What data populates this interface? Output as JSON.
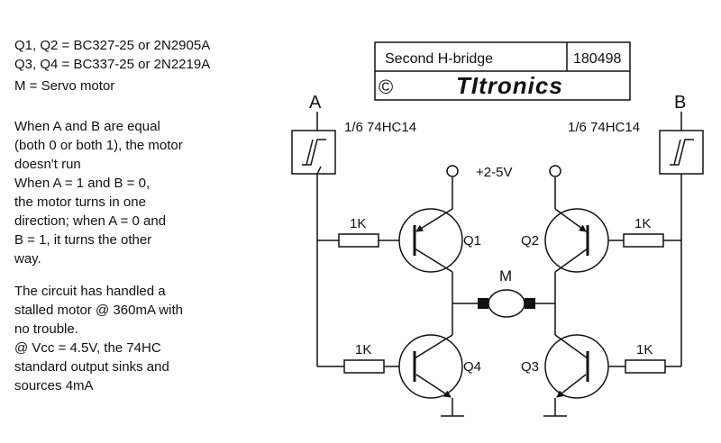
{
  "notes": {
    "parts": [
      "Q1, Q2 = BC327-25 or 2N2905A",
      "Q3, Q4 = BC337-25 or 2N2219A",
      "M = Servo motor"
    ],
    "paragraphs": [
      [
        "When A and B are equal",
        "(both 0 or both 1), the motor",
        "doesn't run",
        "When A = 1 and B = 0,",
        "the motor turns in one",
        "direction; when A = 0 and",
        "B = 1, it turns the other",
        "way."
      ],
      [
        "The circuit has handled a",
        "stalled motor @ 360mA with",
        "no trouble.",
        "@ Vcc = 4.5V, the 74HC",
        "standard output sinks and",
        "sources 4mA"
      ]
    ]
  },
  "title_block": {
    "title": "Second H-bridge",
    "number": "180498",
    "copyright": "©",
    "brand": "TItronics"
  },
  "circuit": {
    "input_a": "A",
    "input_b": "B",
    "gate_a": "1/6 74HC14",
    "gate_b": "1/6 74HC14",
    "supply": "+2-5V",
    "motor": "M",
    "r1": "1K",
    "r2": "1K",
    "r3": "1K",
    "r4": "1K",
    "q1": "Q1",
    "q2": "Q2",
    "q3": "Q3",
    "q4": "Q4"
  }
}
